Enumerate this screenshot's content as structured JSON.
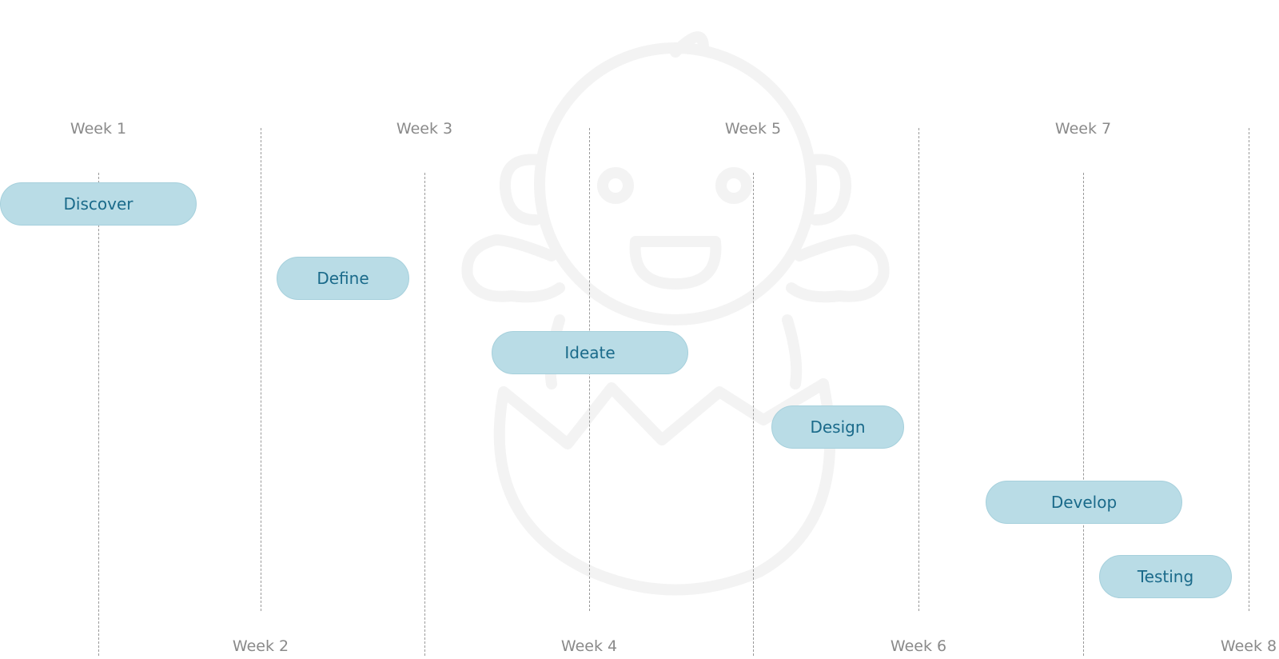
{
  "weeks": [
    {
      "label": "Week 1"
    },
    {
      "label": "Week 2"
    },
    {
      "label": "Week 3"
    },
    {
      "label": "Week 4"
    },
    {
      "label": "Week 5"
    },
    {
      "label": "Week 6"
    },
    {
      "label": "Week 7"
    },
    {
      "label": "Week 8"
    }
  ],
  "phases": [
    {
      "label": "Discover"
    },
    {
      "label": "Define"
    },
    {
      "label": "Ideate"
    },
    {
      "label": "Design"
    },
    {
      "label": "Develop"
    },
    {
      "label": "Testing"
    }
  ],
  "colors": {
    "phase_fill": "#b9dce6",
    "phase_text": "#1a6a8a",
    "week_text": "#8a8a8a",
    "gridline": "#9a9a9a"
  },
  "icons": {
    "watermark": "hatching-chick-icon"
  }
}
